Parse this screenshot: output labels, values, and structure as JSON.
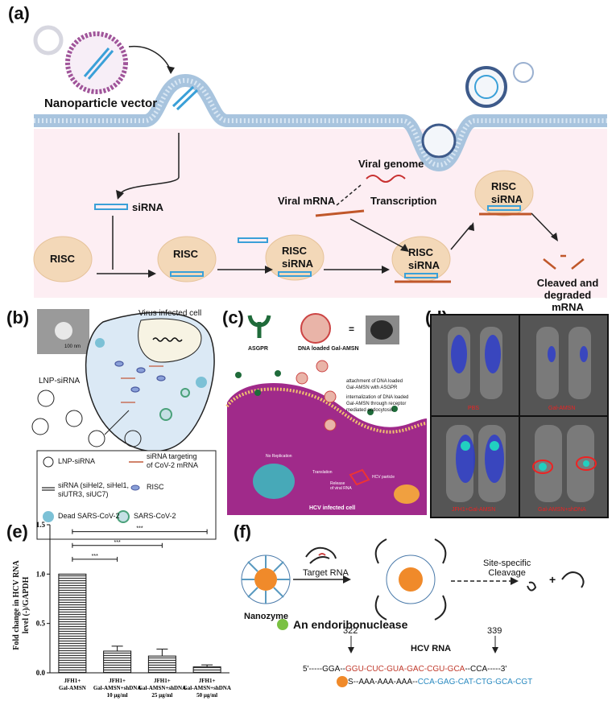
{
  "panels": {
    "a": "(a)",
    "b": "(b)",
    "c": "(c)",
    "d": "(d)",
    "e": "(e)",
    "f": "(f)"
  },
  "a": {
    "nanoparticle_vector": "Nanoparticle vector",
    "viral_genome": "Viral genome",
    "viral_mrna": "Viral mRNA",
    "transcription": "Transcription",
    "sirna": "siRNA",
    "risc": "RISC",
    "cleaved": "Cleaved and",
    "degraded": "degraded mRNA"
  },
  "b": {
    "virus_infected_cell": "Virus infected cell",
    "scale": "100 nm",
    "lnp_sirna_side": "LNP-siRNA",
    "legend": {
      "lnp": "LNP-siRNA",
      "targeting1": "siRNA targeting",
      "targeting2": "of CoV-2 mRNA",
      "sirna1": "siRNA (siHel2, siHel1,",
      "sirna2": "siUTR3, siUC7)",
      "risc": "RISC",
      "dead": "Dead SARS-CoV-2",
      "sars": "SARS-CoV-2"
    }
  },
  "c": {
    "asgpr": "ASGPR",
    "dna_loaded": "DNA loaded Gal-AMSN",
    "eq": "=",
    "attach1": "attachment of DNA loaded",
    "attach2": "Gal-AMSN with ASGPR",
    "intern1": "internalization of DNA loaded",
    "intern2": "Gal-AMSN through receptor",
    "intern3": "mediated endocytosis",
    "no_replication": "No Replication",
    "translation": "Translation",
    "release1": "Release",
    "release2": "of viral RNA",
    "hcv_particle": "HCV particle",
    "hcv_cell": "HCV infected cell"
  },
  "d": {
    "labels": [
      "PBS",
      "Gal-AMSN",
      "JFH1+Gal-AMSN",
      "Gal-AMSN+shDNA"
    ]
  },
  "e": {
    "ylabel1": "Fold change in HCV RNA",
    "ylabel2": "level (-)/GAPDH",
    "sig": "***",
    "chart_data": {
      "type": "bar",
      "categories": [
        [
          "JFH1+",
          "Gal-AMSN"
        ],
        [
          "JFH1+",
          "Gal-AMSN+shDNA",
          "10 µg/ml"
        ],
        [
          "JFH1+",
          "Gal-AMSN+shDNA",
          "25 µg/ml"
        ],
        [
          "JFH1+",
          "Gal-AMSN+shDNA",
          "50 µg/ml"
        ]
      ],
      "values": [
        1.0,
        0.22,
        0.17,
        0.06
      ],
      "errors": [
        0.0,
        0.05,
        0.07,
        0.02
      ],
      "ylim": [
        0,
        1.5
      ],
      "yticks": [
        "0.0",
        "0.5",
        "1.0",
        "1.5"
      ]
    }
  },
  "f": {
    "nanozyme": "Nanozyme",
    "target_rna": "Target RNA",
    "site1": "Site-specific",
    "site2": "Cleavage",
    "plus": "+",
    "endo": "An endoribonuclease",
    "pos1": "322",
    "pos2": "339",
    "hcv_rna": "HCV RNA",
    "seq_top_a": "5'-----GGA--",
    "seq_top_b": "GGU-CUC-GUA-GAC-CGU-GCA",
    "seq_top_c": "--CCA-----3'",
    "seq_bot_a": "S--AAA-AAA-AAA--",
    "seq_bot_b": "CCA-GAG-CAT-CTG-GCA-CGT"
  }
}
